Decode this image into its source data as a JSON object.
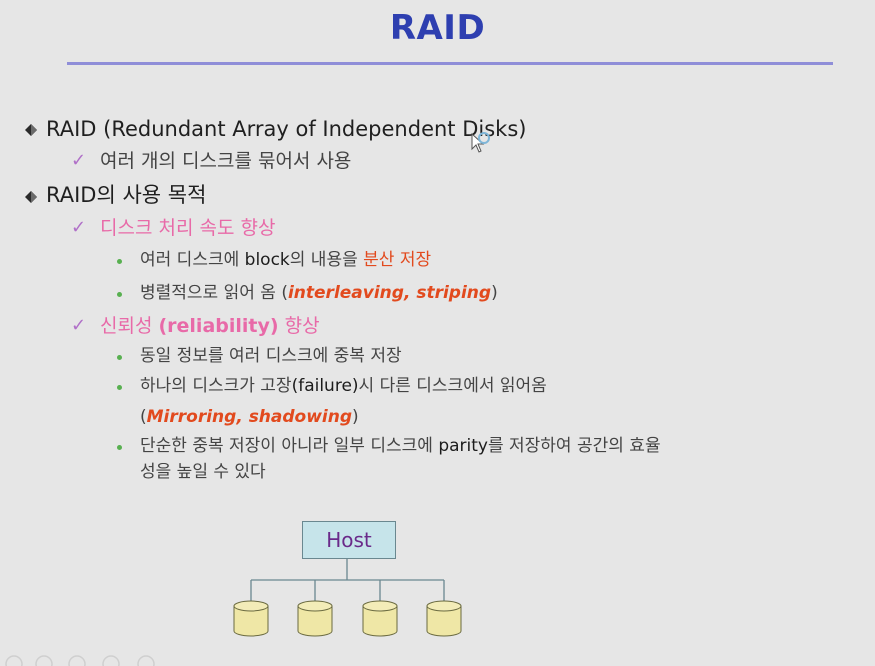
{
  "slide": {
    "title": "RAID",
    "items": [
      {
        "level": 1,
        "text": "RAID (Redundant Array of Independent Disks)"
      },
      {
        "level": 2,
        "text": "여러 개의 디스크를 묶어서 사용"
      },
      {
        "level": 1,
        "text": "RAID의 사용 목적"
      },
      {
        "level": 2,
        "text": "디스크 처리 속도 향상",
        "color": "#e86aa8"
      },
      {
        "level": 3,
        "parts": [
          "여러 디스크에 ",
          "block",
          "의 내용을 ",
          "분산 저장"
        ]
      },
      {
        "level": 3,
        "parts": [
          "병렬적으로 읽어 옴 (",
          "interleaving, striping",
          ")"
        ]
      },
      {
        "level": 2,
        "parts": [
          "신뢰성 ",
          "(reliability)",
          " 향상"
        ],
        "color": "#e86aa8"
      },
      {
        "level": 3,
        "text": "동일 정보를 여러 디스크에 중복 저장"
      },
      {
        "level": 3,
        "parts": [
          "하나의 디스크가 고장",
          "(failure)",
          "시 다른 디스크에서 읽어옴"
        ],
        "continuation_parts": [
          "(",
          "Mirroring, shadowing",
          ")"
        ]
      },
      {
        "level": 3,
        "parts": [
          "단순한 중복 저장이 아니라 일부 디스크에 ",
          "parity",
          "를 저장하여 공간의 효율"
        ],
        "continuation": "성을 높일 수 있다"
      }
    ]
  },
  "diagram": {
    "host_label": "Host",
    "disk_count": 4,
    "colors": {
      "host_fill": "#c6e4ea",
      "disk_fill": "#efe7a6",
      "line": "#6a8890"
    }
  },
  "icons": {
    "bullet_l1": "diamond-arrow-icon",
    "bullet_l2": "check-icon",
    "bullet_l3": "dot-icon",
    "cursor": "mouse-cursor-icon"
  }
}
